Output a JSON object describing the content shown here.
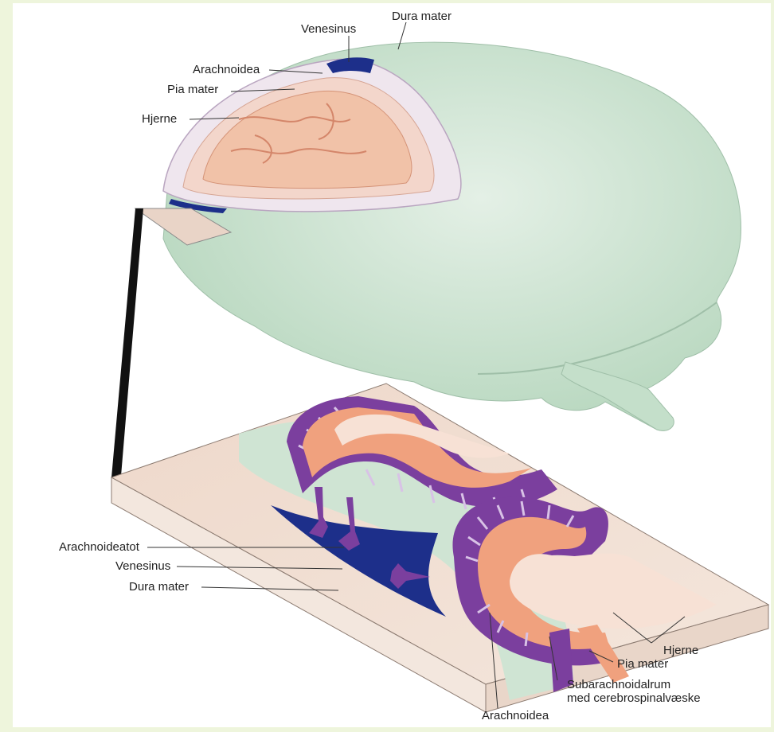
{
  "labels": {
    "dura_mater_top": "Dura mater",
    "venesinus_top": "Venesinus",
    "arachnoidea_top": "Arachnoidea",
    "pia_mater_top": "Pia mater",
    "hjerne_top": "Hjerne",
    "arachnoideatot": "Arachnoideatot",
    "venesinus_bottom": "Venesinus",
    "dura_mater_bottom": "Dura mater",
    "hjerne_bottom": "Hjerne",
    "pia_mater_bottom": "Pia mater",
    "subarachnoidalrum_line1": "Subarachnoidalrum",
    "subarachnoidalrum_line2": "med cerebrospinalvæske",
    "arachnoidea_bottom": "Arachnoidea"
  },
  "colors": {
    "page_border": "#eef5dc",
    "dura": "#cfe4d3",
    "dura_dark": "#a9cdb4",
    "brain": "#f3c9b2",
    "brain_light": "#f6e4d7",
    "sinus": "#1d2f8a",
    "arachnoid": "#7b3f9e",
    "block_top": "#efd6c6",
    "block_side": "#e6cfc0"
  }
}
